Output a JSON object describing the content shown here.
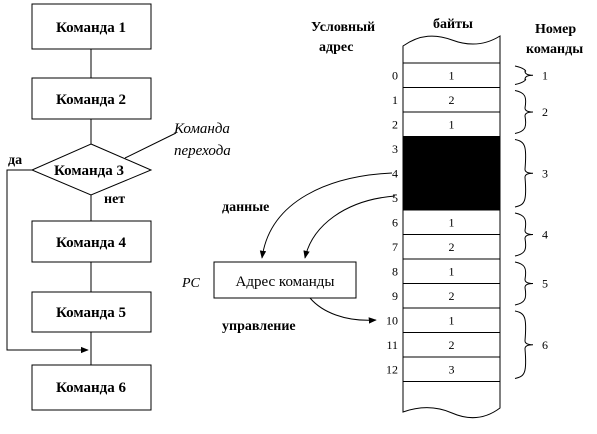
{
  "flowchart": {
    "cmd1": "Команда 1",
    "cmd2": "Команда 2",
    "cmd3": "Команда 3",
    "cmd4": "Команда 4",
    "cmd5": "Команда 5",
    "cmd6": "Команда 6",
    "yes_label": "да",
    "no_label": "нет",
    "jump_note_line1": "Команда",
    "jump_note_line2": "перехода"
  },
  "memory": {
    "header_address_line1": "Условный",
    "header_address_line2": "адрес",
    "header_bytes": "байты",
    "header_cmdnum_line1": "Номер",
    "header_cmdnum_line2": "команды",
    "addresses": [
      "0",
      "1",
      "2",
      "3",
      "4",
      "5",
      "6",
      "7",
      "8",
      "9",
      "10",
      "11",
      "12"
    ],
    "cells": [
      "1",
      "2",
      "1",
      "",
      "",
      "",
      "1",
      "2",
      "1",
      "2",
      "1",
      "2",
      "3"
    ],
    "filled_rows": [
      3,
      4,
      5
    ],
    "command_numbers": [
      "1",
      "2",
      "3",
      "4",
      "5",
      "6"
    ]
  },
  "cpu": {
    "pc_label": "PC",
    "register_label": "Адрес команды",
    "data_label": "данные",
    "control_label": "управление"
  }
}
